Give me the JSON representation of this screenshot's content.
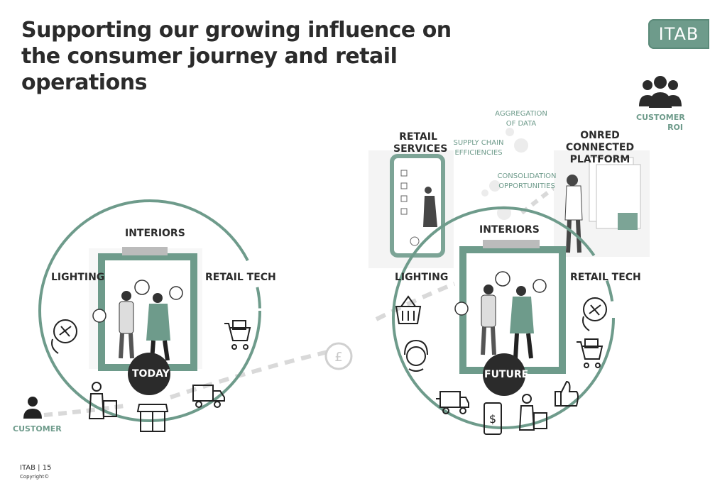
{
  "title": "Supporting our growing influence on the consumer journey and retail operations",
  "logo": "ITAB",
  "today": {
    "interiors": "INTERIORS",
    "lighting": "LIGHTING",
    "retail_tech": "RETAIL TECH",
    "badge": "TODAY"
  },
  "future": {
    "interiors": "INTERIORS",
    "lighting": "LIGHTING",
    "retail_tech": "RETAIL TECH",
    "badge": "FUTURE",
    "retail_services": "RETAIL SERVICES",
    "platform": "ONRED CONNECTED PLATFORM"
  },
  "customer_left": "CUSTOMER",
  "customer_roi": "CUSTOMER ROI",
  "notes": {
    "aggregation": "AGGREGATION OF DATA",
    "supply_chain": "SUPPLY CHAIN EFFICIENCIES",
    "consolidation": "CONSOLIDATION OPPORTUNITIES"
  },
  "footer": "ITAB | 15",
  "copyright": "Copyright©",
  "colors": {
    "accent": "#6e9b8b",
    "dark": "#2b2b2b",
    "dash": "#d9d9d9"
  }
}
